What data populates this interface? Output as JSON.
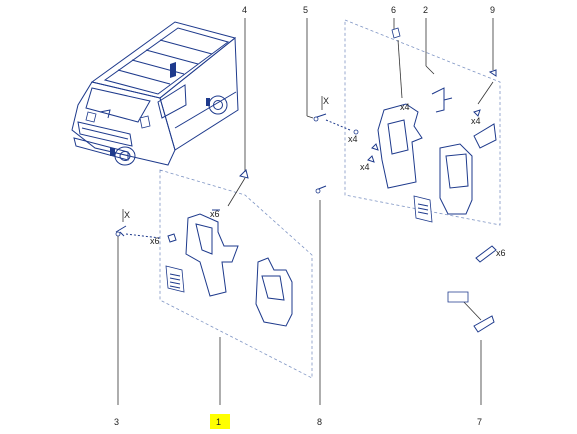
{
  "callouts": [
    {
      "id": "1",
      "label": "1",
      "highlight": "#ffff00"
    },
    {
      "id": "2",
      "label": "2"
    },
    {
      "id": "3",
      "label": "3"
    },
    {
      "id": "4",
      "label": "4"
    },
    {
      "id": "5",
      "label": "5"
    },
    {
      "id": "6",
      "label": "6"
    },
    {
      "id": "7",
      "label": "7"
    },
    {
      "id": "8",
      "label": "8"
    },
    {
      "id": "9",
      "label": "9"
    }
  ],
  "quantity_marks": {
    "x6_left": "x6",
    "x6_right": "x6",
    "x6_mid": "x6",
    "x4_a": "x4",
    "x4_b": "x4",
    "x4_c": "x4",
    "x4_d": "x4"
  },
  "axis_marks": {
    "x_left": "X",
    "x_right": "X"
  },
  "colors": {
    "line": "#333333",
    "part": "#1e3a8c",
    "dashed": "#7f95c4",
    "highlight": "#ffff00"
  }
}
